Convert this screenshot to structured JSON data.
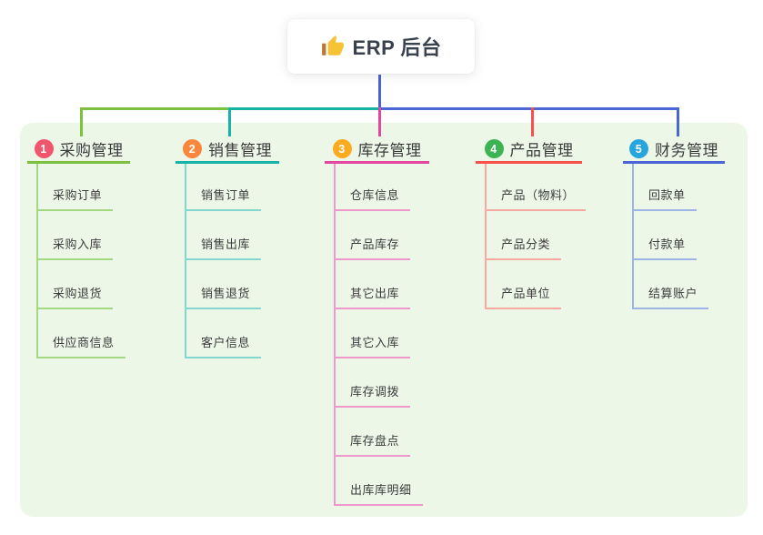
{
  "root": {
    "title": "ERP 后台",
    "icon": "thumbs-up",
    "line_color": "#4a63d4",
    "card_bg": "#ffffff",
    "text_color": "#39414d"
  },
  "panel": {
    "bg": "#edf7e8"
  },
  "background": "#ffffff",
  "branches": [
    {
      "badge": "1",
      "label": "采购管理",
      "badge_color": "#f2566e",
      "line_color": "#7cc23f",
      "child_line_color": "#a5d783",
      "children": [
        "采购订单",
        "采购入库",
        "采购退货",
        "供应商信息"
      ]
    },
    {
      "badge": "2",
      "label": "销售管理",
      "badge_color": "#f8863c",
      "line_color": "#17b3a6",
      "child_line_color": "#82d7ce",
      "children": [
        "销售订单",
        "销售出库",
        "销售退货",
        "客户信息"
      ]
    },
    {
      "badge": "3",
      "label": "库存管理",
      "badge_color": "#fbab1d",
      "line_color": "#e2479e",
      "child_line_color": "#f097cb",
      "children": [
        "仓库信息",
        "产品库存",
        "其它出库",
        "其它入库",
        "库存调拨",
        "库存盘点",
        "出库库明细"
      ]
    },
    {
      "badge": "4",
      "label": "产品管理",
      "badge_color": "#3cb454",
      "line_color": "#f8514d",
      "child_line_color": "#f9a8a4",
      "children": [
        "产品（物料）",
        "产品分类",
        "产品单位"
      ]
    },
    {
      "badge": "5",
      "label": "财务管理",
      "badge_color": "#27a5dd",
      "line_color": "#4a66d4",
      "child_line_color": "#9fb4e6",
      "children": [
        "回款单",
        "付款单",
        "结算账户"
      ]
    }
  ]
}
